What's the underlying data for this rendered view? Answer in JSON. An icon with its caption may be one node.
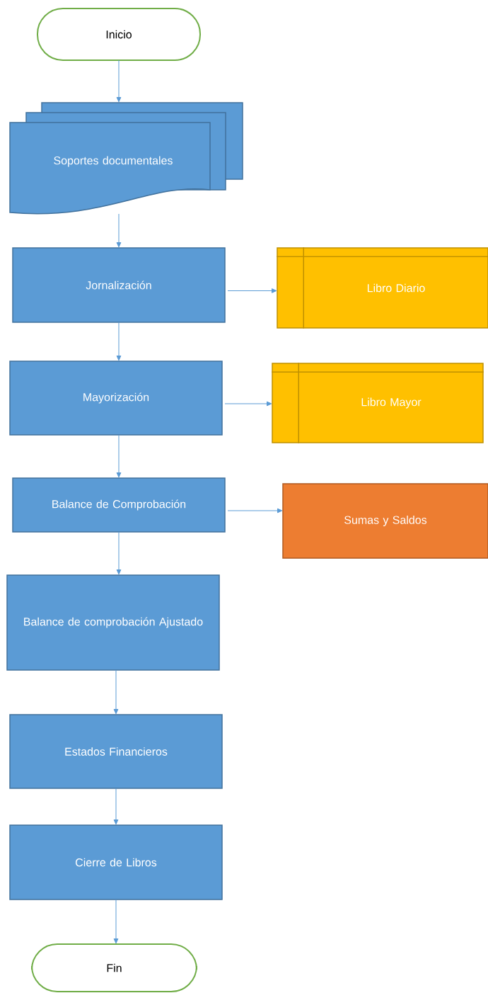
{
  "diagram": {
    "nodes": [
      {
        "text": [
          "Inicio"
        ]
      },
      {
        "text": [
          "Soportes documentales"
        ]
      },
      {
        "text": [
          "Jornalización"
        ]
      },
      {
        "text": [
          "Libro Diario"
        ]
      },
      {
        "text": [
          "Mayorización"
        ]
      },
      {
        "text": [
          "Libro Mayor"
        ]
      },
      {
        "text": [
          "Balance de Comprobación"
        ]
      },
      {
        "text": [
          "Sumas y Saldos"
        ]
      },
      {
        "text": [
          "Balance de comprobación Ajustado"
        ]
      },
      {
        "text": [
          "Estados Financieros"
        ]
      },
      {
        "text": [
          "Cierre de Libros"
        ]
      },
      {
        "text": [
          "Fin"
        ]
      }
    ],
    "edges": [
      {
        "from": 0,
        "to": 1,
        "arrow": "to"
      },
      {
        "from": 1,
        "to": 2,
        "arrow": "to"
      },
      {
        "from": 2,
        "to": 3,
        "arrow": "to"
      },
      {
        "from": 2,
        "to": 4,
        "arrow": "to"
      },
      {
        "from": 4,
        "to": 5,
        "arrow": "to"
      },
      {
        "from": 4,
        "to": 6,
        "arrow": "to"
      },
      {
        "from": 6,
        "to": 7,
        "arrow": "to"
      },
      {
        "from": 6,
        "to": 8,
        "arrow": "to"
      },
      {
        "from": 8,
        "to": 9,
        "arrow": "to"
      },
      {
        "from": 9,
        "to": 10,
        "arrow": "to"
      },
      {
        "from": 10,
        "to": 11,
        "arrow": "to"
      }
    ]
  }
}
